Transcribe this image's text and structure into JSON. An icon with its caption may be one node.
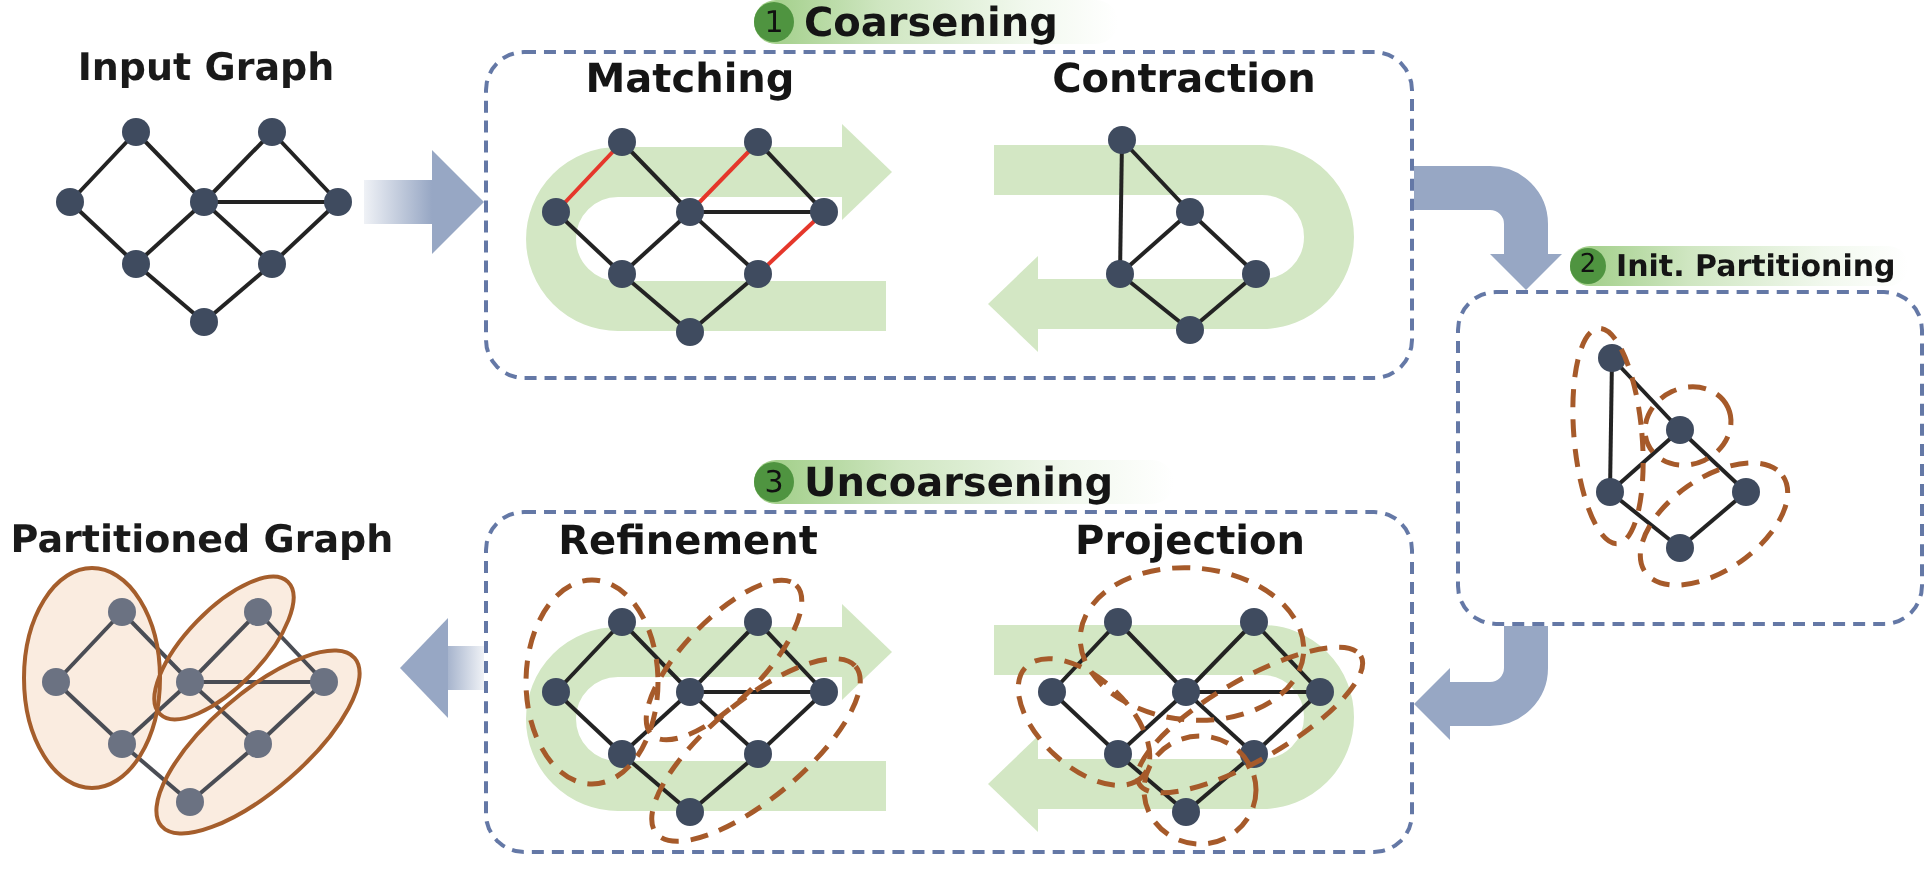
{
  "diagram": {
    "nodes": [
      {
        "text": [
          "Input Graph"
        ]
      },
      {
        "text": [
          "1",
          "Coarsening",
          "Matching",
          "Contraction"
        ]
      },
      {
        "text": [
          "2",
          "Init. Partitioning"
        ]
      },
      {
        "text": [
          "3",
          "Uncoarsening",
          "Refinement",
          "Projection"
        ]
      },
      {
        "text": [
          "Partitioned Graph"
        ]
      }
    ],
    "edges": [
      {
        "from": 0,
        "to": 1,
        "arrow": "to"
      },
      {
        "from": 1,
        "to": 2,
        "arrow": "to"
      },
      {
        "from": 2,
        "to": 3,
        "arrow": "to"
      },
      {
        "from": 3,
        "to": 4,
        "arrow": "to"
      }
    ]
  }
}
